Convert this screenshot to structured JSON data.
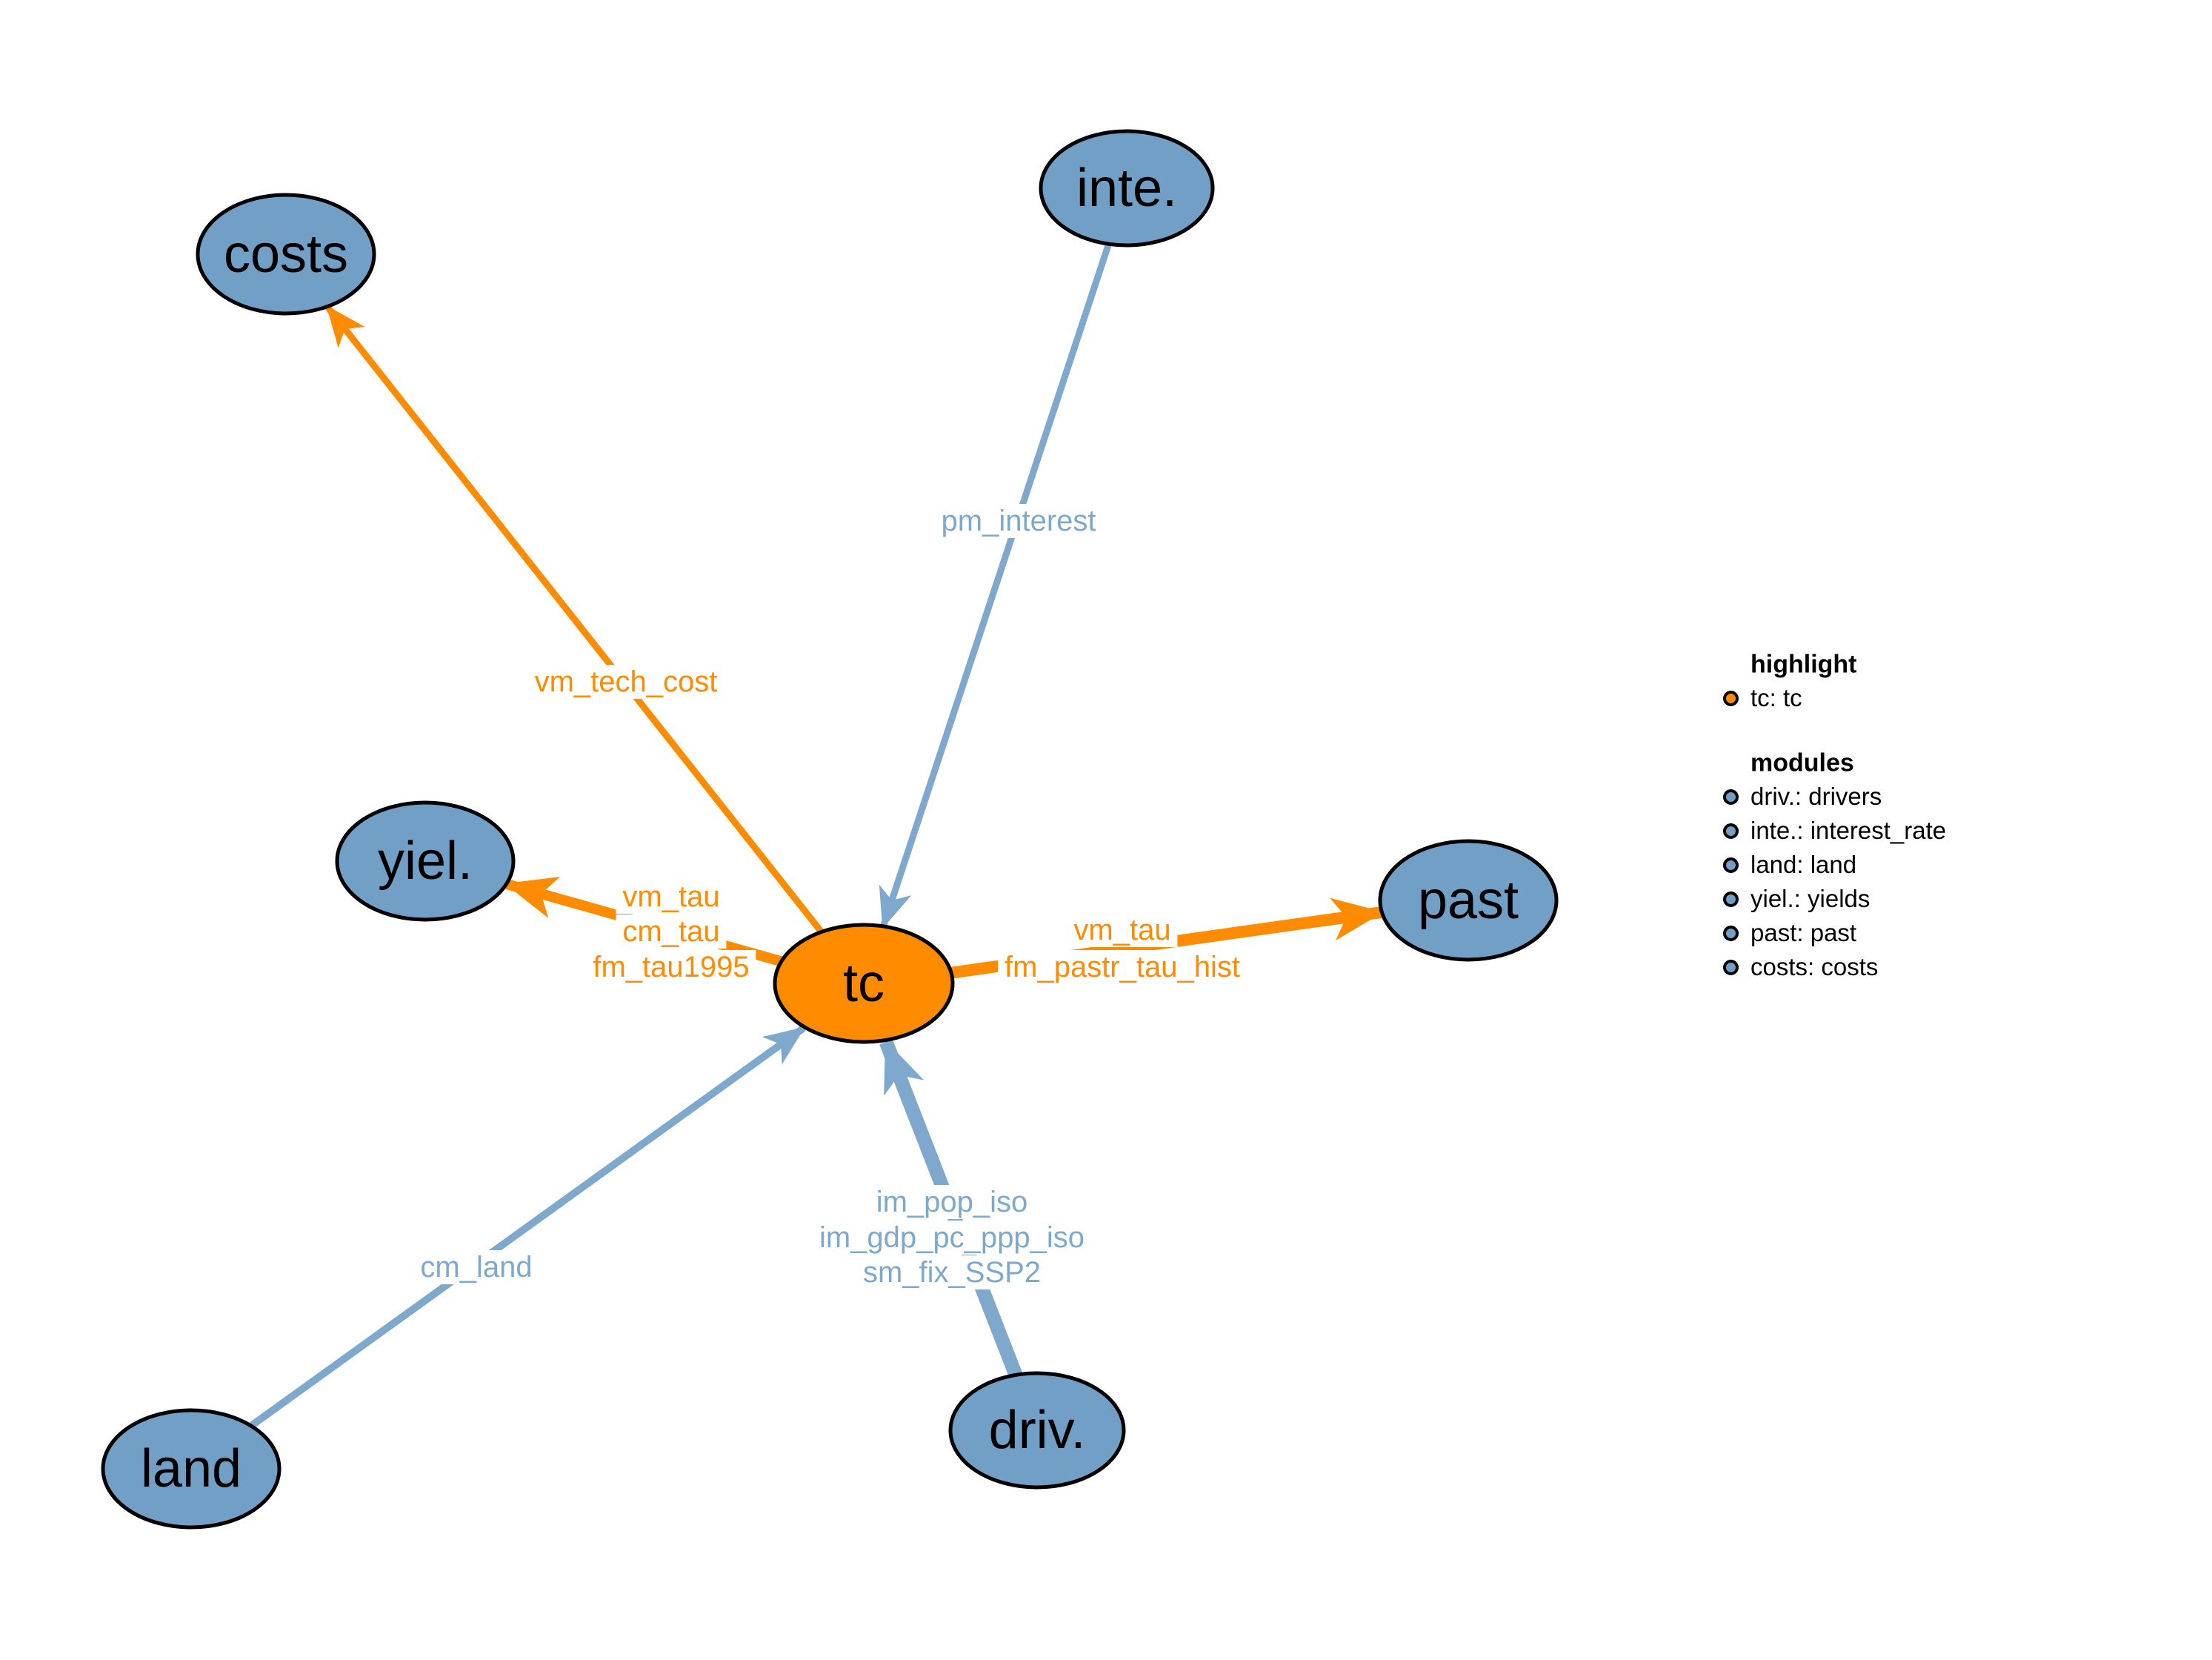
{
  "colors": {
    "orange": "#ff8c00",
    "node_blue": "#719fc5",
    "edge_blue": "#7fa9cc",
    "node_border": "#000000",
    "background": "#ffffff"
  },
  "nodes": [
    {
      "id": "costs",
      "label": "costs"
    },
    {
      "id": "inte",
      "label": "inte."
    },
    {
      "id": "yiel",
      "label": "yiel."
    },
    {
      "id": "tc",
      "label": "tc",
      "highlighted": true
    },
    {
      "id": "past",
      "label": "past"
    },
    {
      "id": "land",
      "label": "land"
    },
    {
      "id": "driv",
      "label": "driv."
    }
  ],
  "edges": [
    {
      "from": "tc",
      "to": "costs",
      "color": "orange",
      "labels": [
        "vm_tech_cost"
      ]
    },
    {
      "from": "inte.",
      "to": "tc",
      "color": "blue",
      "labels": [
        "pm_interest"
      ]
    },
    {
      "from": "tc",
      "to": "yiel.",
      "color": "orange",
      "labels": [
        "vm_tau",
        "cm_tau",
        "fm_tau1995"
      ]
    },
    {
      "from": "tc",
      "to": "past",
      "color": "orange",
      "labels": [
        "vm_tau",
        "fm_pastr_tau_hist"
      ]
    },
    {
      "from": "land",
      "to": "tc",
      "color": "blue",
      "labels": [
        "cm_land"
      ]
    },
    {
      "from": "driv.",
      "to": "tc",
      "color": "blue",
      "labels": [
        "im_pop_iso",
        "im_gdp_pc_ppp_iso",
        "sm_fix_SSP2"
      ]
    }
  ],
  "legend": {
    "highlight": {
      "title": "highlight",
      "items": [
        {
          "label": "tc: tc",
          "color": "orange"
        }
      ]
    },
    "modules": {
      "title": "modules",
      "items": [
        {
          "label": "driv.: drivers",
          "color": "blue"
        },
        {
          "label": "inte.: interest_rate",
          "color": "blue"
        },
        {
          "label": "land: land",
          "color": "blue"
        },
        {
          "label": "yiel.: yields",
          "color": "blue"
        },
        {
          "label": "past: past",
          "color": "blue"
        },
        {
          "label": "costs: costs",
          "color": "blue"
        }
      ]
    }
  }
}
